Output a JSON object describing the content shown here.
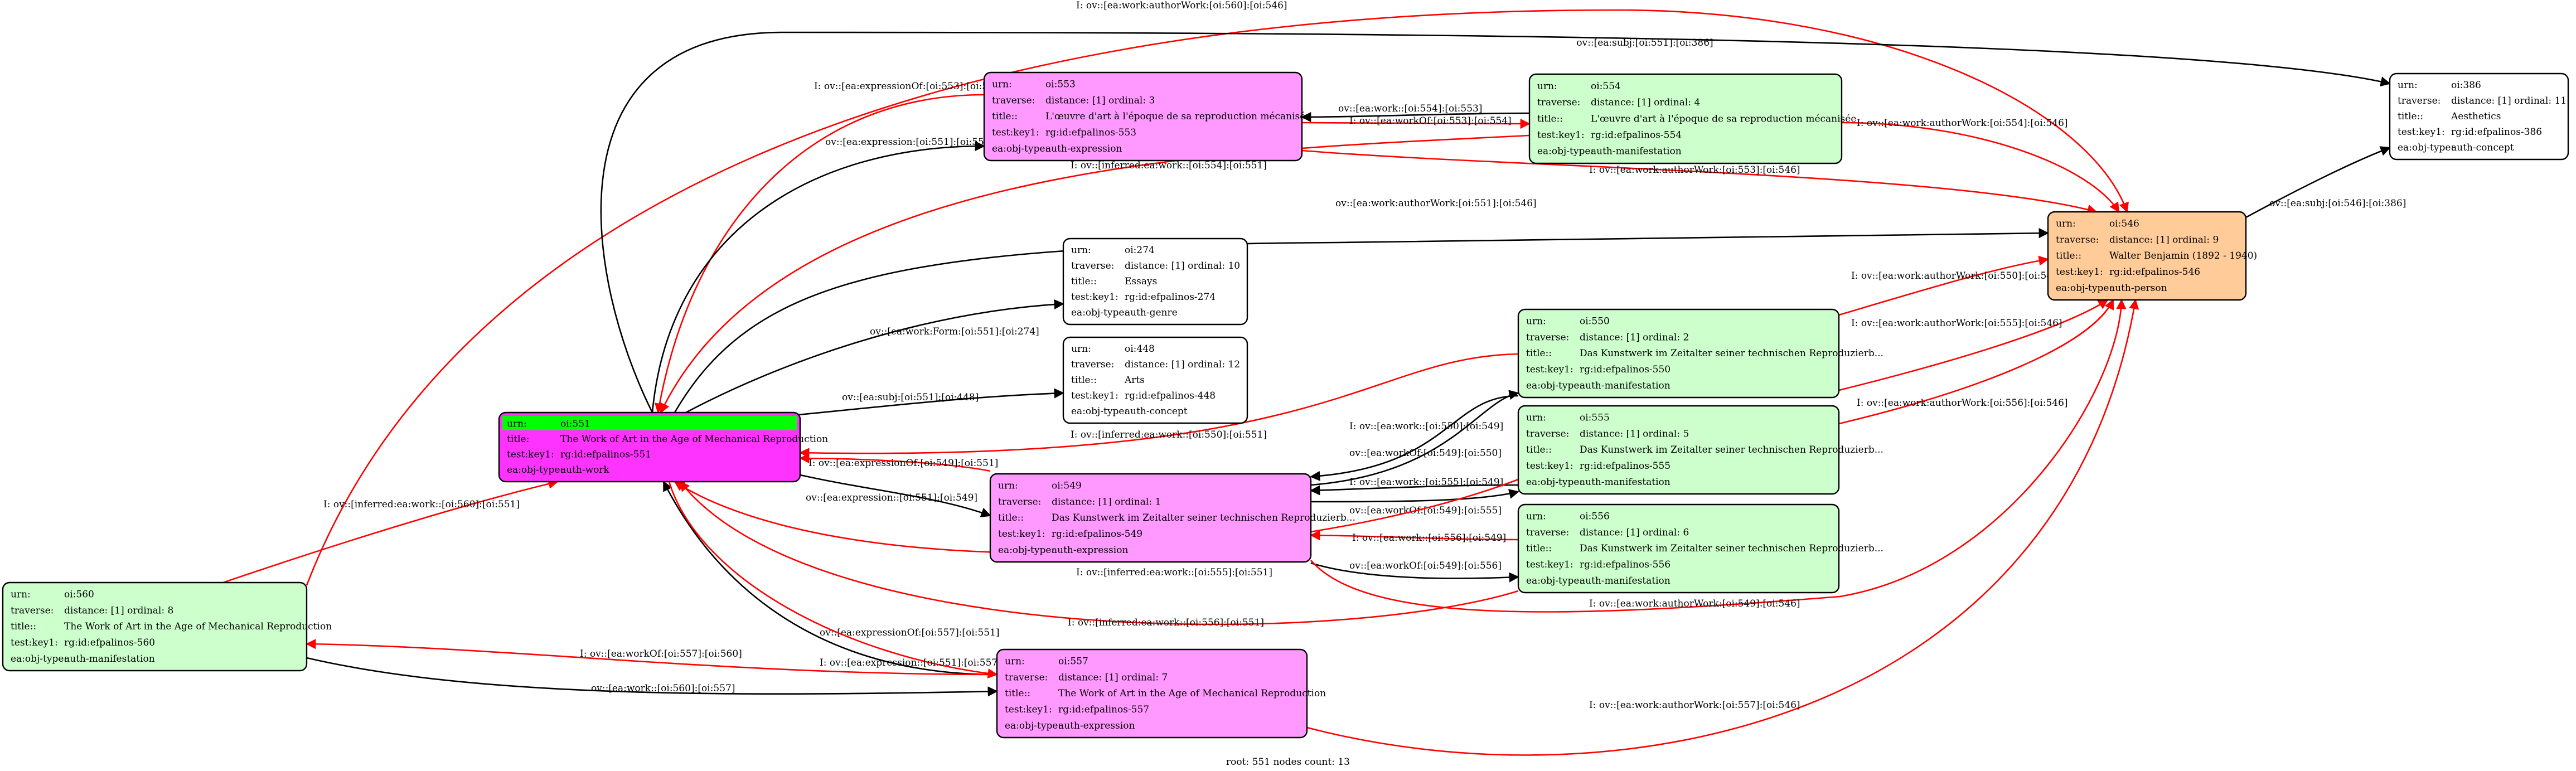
{
  "colors": {
    "expression": "#ff99ff",
    "manifestation": "#ccffcc",
    "concept": "#ffffff",
    "genre": "#ffffff",
    "person": "#ffcc99",
    "work": "#ff33ff",
    "work_header": "#00ff00",
    "edge_black": "#000000",
    "edge_red": "#ff0000"
  },
  "footer": "root: 551 nodes count: 13",
  "nodes": [
    {
      "id": "n553",
      "color": "expression",
      "rows": [
        {
          "k": "urn:",
          "v": "oi:553"
        },
        {
          "k": "traverse:",
          "v": "distance: [1]     ordinal: 3"
        },
        {
          "k": "title::",
          "v": "L'œuvre d'art à l'époque de sa reproduction mécanisée"
        },
        {
          "k": "test:key1:",
          "v": "rg:id:efpalinos-553"
        },
        {
          "k": "ea:obj-type:",
          "v": "auth-expression"
        }
      ]
    },
    {
      "id": "n554",
      "color": "manifestation",
      "rows": [
        {
          "k": "urn:",
          "v": "oi:554"
        },
        {
          "k": "traverse:",
          "v": "distance: [1]     ordinal: 4"
        },
        {
          "k": "title::",
          "v": "L'œuvre d'art à l'époque de sa reproduction mécanisée"
        },
        {
          "k": "test:key1:",
          "v": "rg:id:efpalinos-554"
        },
        {
          "k": "ea:obj-type:",
          "v": "auth-manifestation"
        }
      ]
    },
    {
      "id": "n386",
      "color": "concept",
      "rows": [
        {
          "k": "urn:",
          "v": "oi:386"
        },
        {
          "k": "traverse:",
          "v": "distance: [1]     ordinal: 11"
        },
        {
          "k": "title::",
          "v": "Aesthetics"
        },
        {
          "k": "test:key1:",
          "v": "rg:id:efpalinos-386"
        },
        {
          "k": "ea:obj-type:",
          "v": "auth-concept"
        }
      ]
    },
    {
      "id": "n546",
      "color": "person",
      "rows": [
        {
          "k": "urn:",
          "v": "oi:546"
        },
        {
          "k": "traverse:",
          "v": "distance: [1]     ordinal: 9"
        },
        {
          "k": "title::",
          "v": "Walter Benjamin (1892 - 1940)"
        },
        {
          "k": "test:key1:",
          "v": "rg:id:efpalinos-546"
        },
        {
          "k": "ea:obj-type:",
          "v": "auth-person"
        }
      ]
    },
    {
      "id": "n274",
      "color": "genre",
      "rows": [
        {
          "k": "urn:",
          "v": "oi:274"
        },
        {
          "k": "traverse:",
          "v": "distance: [1]     ordinal: 10"
        },
        {
          "k": "title::",
          "v": "Essays"
        },
        {
          "k": "test:key1:",
          "v": "rg:id:efpalinos-274"
        },
        {
          "k": "ea:obj-type:",
          "v": "auth-genre"
        }
      ]
    },
    {
      "id": "n448",
      "color": "concept",
      "rows": [
        {
          "k": "urn:",
          "v": "oi:448"
        },
        {
          "k": "traverse:",
          "v": "distance: [1]     ordinal: 12"
        },
        {
          "k": "title::",
          "v": "Arts"
        },
        {
          "k": "test:key1:",
          "v": "rg:id:efpalinos-448"
        },
        {
          "k": "ea:obj-type:",
          "v": "auth-concept"
        }
      ]
    },
    {
      "id": "n550",
      "color": "manifestation",
      "rows": [
        {
          "k": "urn:",
          "v": "oi:550"
        },
        {
          "k": "traverse:",
          "v": "distance: [1]     ordinal: 2"
        },
        {
          "k": "title::",
          "v": "Das Kunstwerk im Zeitalter seiner technischen Reproduzierb..."
        },
        {
          "k": "test:key1:",
          "v": "rg:id:efpalinos-550"
        },
        {
          "k": "ea:obj-type:",
          "v": "auth-manifestation"
        }
      ]
    },
    {
      "id": "n551",
      "color": "work",
      "header": true,
      "rows": [
        {
          "k": "urn:",
          "v": "oi:551"
        },
        {
          "k": "title:",
          "v": "The Work of Art in the Age of Mechanical Reproduction"
        },
        {
          "k": "test:key1:",
          "v": "rg:id:efpalinos-551"
        },
        {
          "k": "ea:obj-type:",
          "v": "auth-work"
        }
      ]
    },
    {
      "id": "n555",
      "color": "manifestation",
      "rows": [
        {
          "k": "urn:",
          "v": "oi:555"
        },
        {
          "k": "traverse:",
          "v": "distance: [1]     ordinal: 5"
        },
        {
          "k": "title::",
          "v": "Das Kunstwerk im Zeitalter seiner technischen Reproduzierb..."
        },
        {
          "k": "test:key1:",
          "v": "rg:id:efpalinos-555"
        },
        {
          "k": "ea:obj-type:",
          "v": "auth-manifestation"
        }
      ]
    },
    {
      "id": "n549",
      "color": "expression",
      "rows": [
        {
          "k": "urn:",
          "v": "oi:549"
        },
        {
          "k": "traverse:",
          "v": "distance: [1]     ordinal: 1"
        },
        {
          "k": "title::",
          "v": "Das Kunstwerk im Zeitalter seiner technischen Reproduzierb..."
        },
        {
          "k": "test:key1:",
          "v": "rg:id:efpalinos-549"
        },
        {
          "k": "ea:obj-type:",
          "v": "auth-expression"
        }
      ]
    },
    {
      "id": "n556",
      "color": "manifestation",
      "rows": [
        {
          "k": "urn:",
          "v": "oi:556"
        },
        {
          "k": "traverse:",
          "v": "distance: [1]     ordinal: 6"
        },
        {
          "k": "title::",
          "v": "Das Kunstwerk im Zeitalter seiner technischen Reproduzierb..."
        },
        {
          "k": "test:key1:",
          "v": "rg:id:efpalinos-556"
        },
        {
          "k": "ea:obj-type:",
          "v": "auth-manifestation"
        }
      ]
    },
    {
      "id": "n560",
      "color": "manifestation",
      "rows": [
        {
          "k": "urn:",
          "v": "oi:560"
        },
        {
          "k": "traverse:",
          "v": "distance: [1]     ordinal: 8"
        },
        {
          "k": "title::",
          "v": "The Work of Art in the Age of Mechanical Reproduction"
        },
        {
          "k": "test:key1:",
          "v": "rg:id:efpalinos-560"
        },
        {
          "k": "ea:obj-type:",
          "v": "auth-manifestation"
        }
      ]
    },
    {
      "id": "n557",
      "color": "expression",
      "rows": [
        {
          "k": "urn:",
          "v": "oi:557"
        },
        {
          "k": "traverse:",
          "v": "distance: [1]     ordinal: 7"
        },
        {
          "k": "title::",
          "v": "The Work of Art in the Age of Mechanical Reproduction"
        },
        {
          "k": "test:key1:",
          "v": "rg:id:efpalinos-557"
        },
        {
          "k": "ea:obj-type:",
          "v": "auth-expression"
        }
      ]
    }
  ],
  "edges": [
    {
      "id": "e1",
      "color": "edge_red",
      "label": "I: ov::[ea:work:authorWork:[oi:560]:[oi:546]"
    },
    {
      "id": "e2",
      "color": "edge_black",
      "label": "ov::[ea:subj:[oi:551]:[oi:386]"
    },
    {
      "id": "e3",
      "color": "edge_red",
      "label": "I: ov::[ea:expressionOf:[oi:553]:[oi:551]"
    },
    {
      "id": "e4",
      "color": "edge_black",
      "label": "ov::[ea:expression:[oi:551]:[oi:553]"
    },
    {
      "id": "e5",
      "color": "edge_black",
      "label": "ov::[ea:work::[oi:554]:[oi:553]"
    },
    {
      "id": "e6",
      "color": "edge_red",
      "label": "I: ov::[ea:workOf:[oi:553]:[oi:554]"
    },
    {
      "id": "e7",
      "color": "edge_red",
      "label": "I: ov::[ea:work:authorWork:[oi:554]:[oi:546]"
    },
    {
      "id": "e8",
      "color": "edge_black",
      "label": "ov::[ea:subj:[oi:546]:[oi:386]"
    },
    {
      "id": "e9",
      "color": "edge_red",
      "label": "I: ov::[inferred:ea:work::[oi:554]:[oi:551]"
    },
    {
      "id": "e10",
      "color": "edge_red",
      "label": "I: ov::[ea:work:authorWork:[oi:553]:[oi:546]"
    },
    {
      "id": "e11",
      "color": "edge_black",
      "label": "ov::[ea:work:authorWork:[oi:551]:[oi:546]"
    },
    {
      "id": "e12",
      "color": "edge_black",
      "label": "ov::[ea:work:Form:[oi:551]:[oi:274]"
    },
    {
      "id": "e13",
      "color": "edge_red",
      "label": "I: ov::[ea:work:authorWork:[oi:550]:[oi:546]"
    },
    {
      "id": "e14",
      "color": "edge_black",
      "label": "ov::[ea:subj:[oi:551]:[oi:448]"
    },
    {
      "id": "e15",
      "color": "edge_red",
      "label": "I: ov::[ea:work:authorWork:[oi:555]:[oi:546]"
    },
    {
      "id": "e16",
      "color": "edge_red",
      "label": "I: ov::[inferred:ea:work::[oi:550]:[oi:551]"
    },
    {
      "id": "e17",
      "color": "edge_red",
      "label": "I: ov::[ea:work:authorWork:[oi:556]:[oi:546]"
    },
    {
      "id": "e18",
      "color": "edge_black",
      "label": "I: ov::[ea:work::[oi:550]:[oi:549]"
    },
    {
      "id": "e19",
      "color": "edge_black",
      "label": "ov::[ea:workOf:[oi:549]:[oi:550]"
    },
    {
      "id": "e20",
      "color": "edge_red",
      "label": "I: ov::[ea:expressionOf:[oi:549]:[oi:551]"
    },
    {
      "id": "e21",
      "color": "edge_black",
      "label": "I: ov::[ea:work::[oi:555]:[oi:549]"
    },
    {
      "id": "e22",
      "color": "edge_black",
      "label": "ov::[ea:workOf:[oi:549]:[oi:555]"
    },
    {
      "id": "e23",
      "color": "edge_black",
      "label": "ov::[ea:expression::[oi:551]:[oi:549]"
    },
    {
      "id": "e24",
      "color": "edge_red",
      "label": "I: ov::[ea:work::[oi:556]:[oi:549]"
    },
    {
      "id": "e25",
      "color": "edge_red",
      "label": "I: ov::[inferred:ea:work::[oi:560]:[oi:551]"
    },
    {
      "id": "e26",
      "color": "edge_red",
      "label": "I: ov::[inferred:ea:work::[oi:555]:[oi:551]"
    },
    {
      "id": "e27",
      "color": "edge_black",
      "label": "ov::[ea:workOf:[oi:549]:[oi:556]"
    },
    {
      "id": "e28",
      "color": "edge_red",
      "label": "I: ov::[inferred:ea:work::[oi:556]:[oi:551]"
    },
    {
      "id": "e29",
      "color": "edge_red",
      "label": "I: ov::[ea:work:authorWork:[oi:549]:[oi:546]"
    },
    {
      "id": "e30",
      "color": "edge_black",
      "label": "ov::[ea:expressionOf:[oi:557]:[oi:551]"
    },
    {
      "id": "e31",
      "color": "edge_red",
      "label": "I: ov::[ea:workOf:[oi:557]:[oi:560]"
    },
    {
      "id": "e32",
      "color": "edge_red",
      "label": "I: ov::[ea:expression::[oi:551]:[oi:557]"
    },
    {
      "id": "e33",
      "color": "edge_black",
      "label": "ov::[ea:work::[oi:560]:[oi:557]"
    },
    {
      "id": "e34",
      "color": "edge_red",
      "label": "I: ov::[ea:work:authorWork:[oi:557]:[oi:546]"
    }
  ]
}
